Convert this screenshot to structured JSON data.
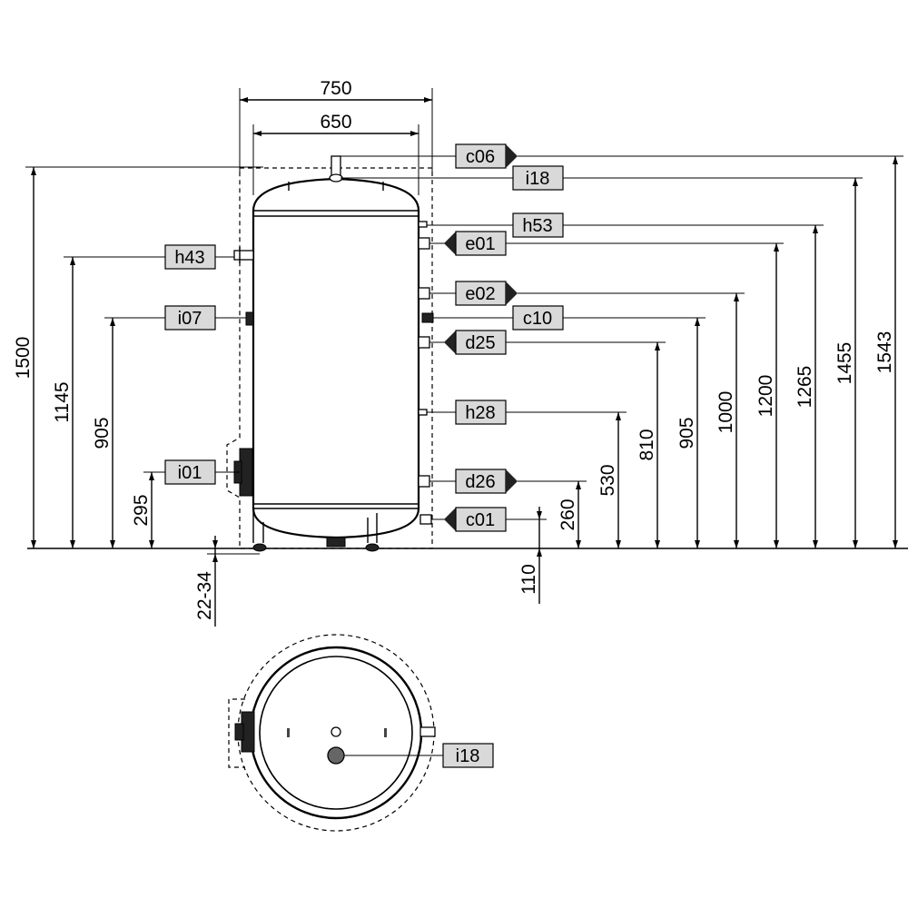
{
  "dimensions": {
    "width_outer": "750",
    "width_inner": "650",
    "height_total": "1500",
    "h43_height": "1145",
    "i07_height": "905",
    "i01_height": "295",
    "feet": "22-34",
    "c01_height": "110",
    "d26_height": "260",
    "h28_height": "530",
    "d25_height": "810",
    "c10_height": "905",
    "e02_height": "1000",
    "e01_height": "1200",
    "h53_height": "1265",
    "i18_height": "1455",
    "c06_height": "1543"
  },
  "connections": {
    "c06": "c06",
    "i18": "i18",
    "h53": "h53",
    "e01": "e01",
    "e02": "e02",
    "c10": "c10",
    "d25": "d25",
    "h28": "h28",
    "d26": "d26",
    "c01": "c01",
    "h43": "h43",
    "i07": "i07",
    "i01": "i01"
  },
  "top_view": {
    "i18": "i18"
  }
}
